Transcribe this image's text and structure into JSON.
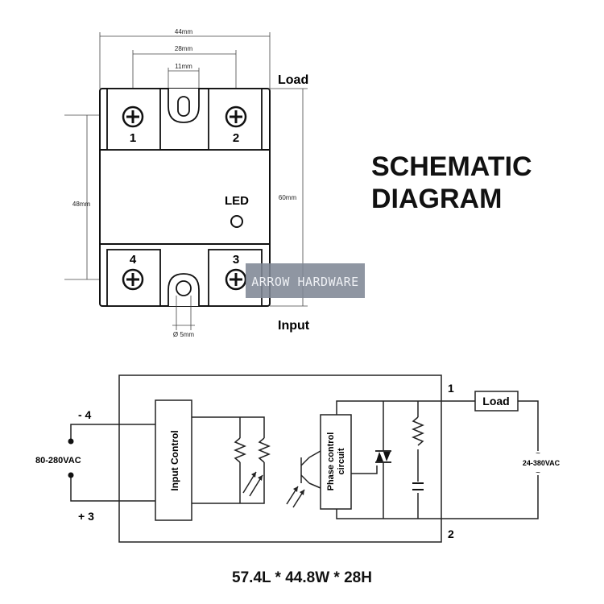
{
  "dimensions": {
    "width_total": "44mm",
    "width_terminals": "28mm",
    "width_slot": "11mm",
    "height_terminals": "48mm",
    "height_total": "60mm",
    "hole_diameter": "Ø 5mm"
  },
  "top_view": {
    "terminal_labels": [
      "1",
      "2",
      "4",
      "3"
    ],
    "led_label": "LED",
    "load_label": "Load",
    "input_label": "Input",
    "watermark": "ARROW HARDWARE"
  },
  "title": [
    "SCHEMATIC",
    "DIAGRAM"
  ],
  "schematic": {
    "input_control": "Input Control",
    "phase_control": [
      "Phase control",
      "circuit"
    ],
    "terminal_minus": "- 4",
    "terminal_plus": "+ 3",
    "input_voltage": "80-280VAC",
    "output_1": "1",
    "output_2": "2",
    "load": "Load",
    "load_voltage": "24-380VAC"
  },
  "size_text": "57.4L * 44.8W * 28H"
}
